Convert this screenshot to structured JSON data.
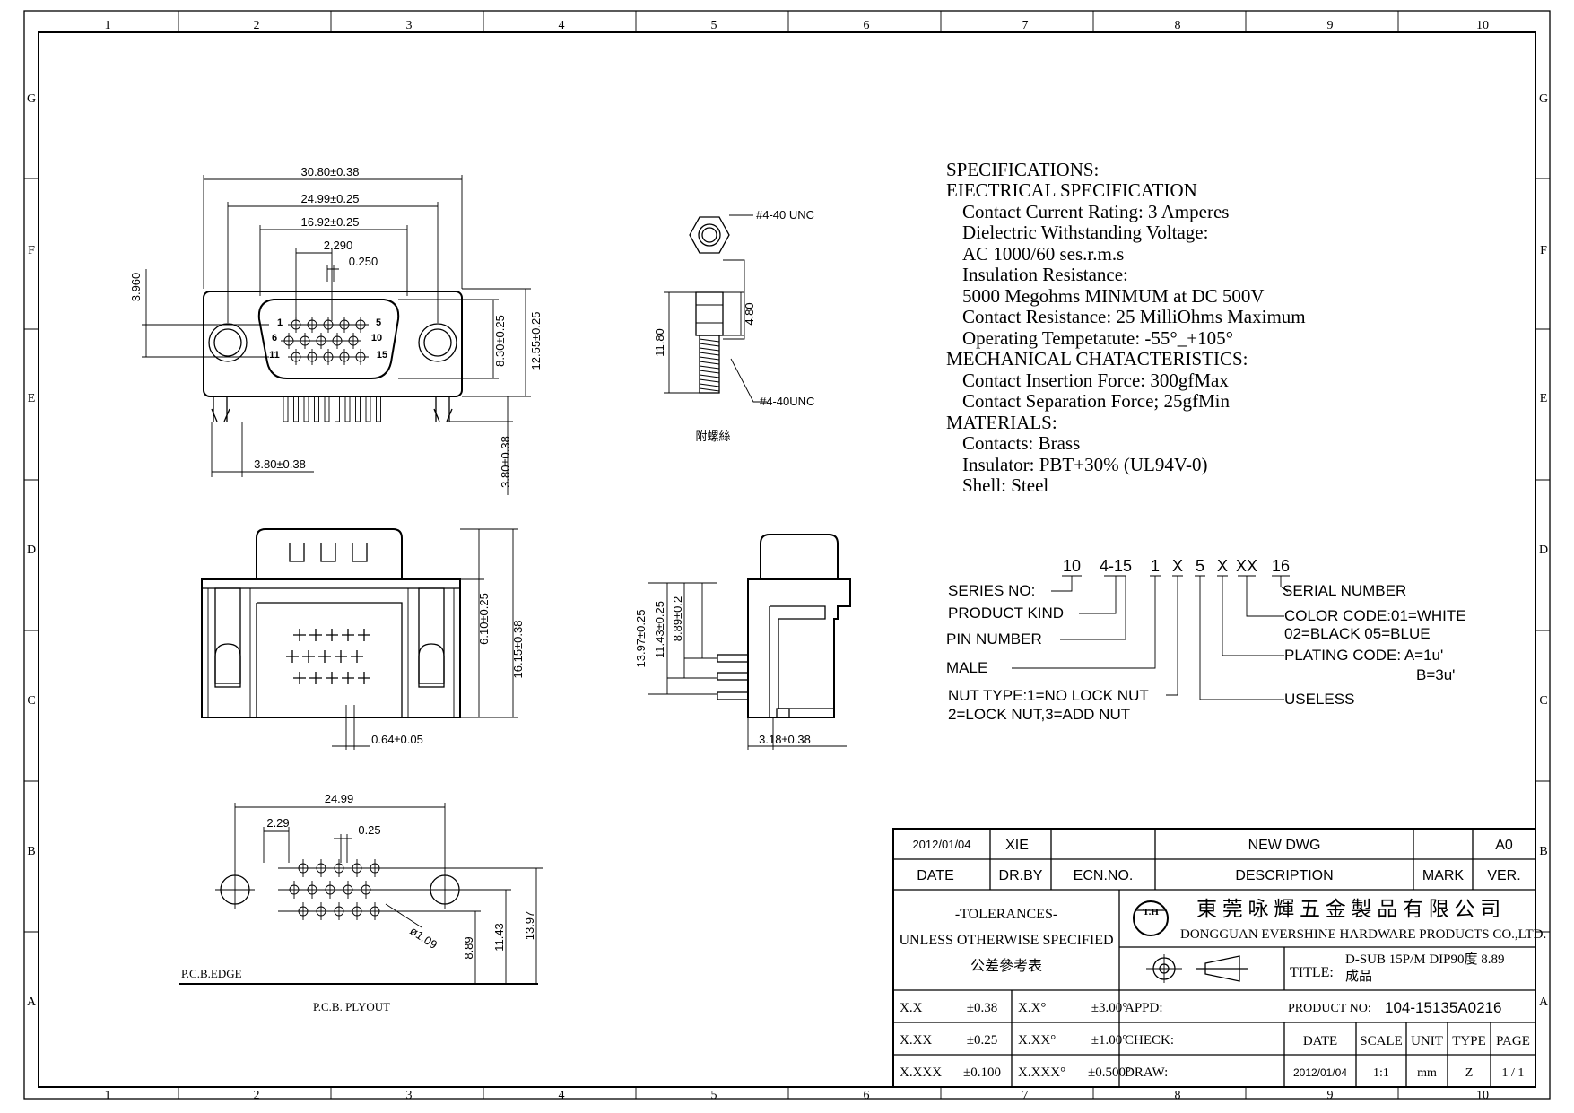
{
  "zones": {
    "columns": [
      "1",
      "2",
      "3",
      "4",
      "5",
      "6",
      "7",
      "8",
      "9",
      "10"
    ],
    "rows": [
      "G",
      "F",
      "E",
      "D",
      "C",
      "B",
      "A"
    ]
  },
  "front_view": {
    "overall_width": "30.80±0.38",
    "mount_hole_spacing": "24.99±0.25",
    "shell_width": "16.92±0.25",
    "pin_pitch": "2.290",
    "row_offset": "0.250",
    "pin_row_height": "3.960",
    "shell_height": "8.30±0.25",
    "overall_height": "12.55±0.25",
    "leg_offset": "3.80±0.38",
    "leg_height": "3.80±0.38",
    "pin_labels": [
      "1",
      "5",
      "6",
      "10",
      "11",
      "15"
    ]
  },
  "screw_view": {
    "thread_top": "#4-40 UNC",
    "thread_bottom": "#4-40UNC",
    "nut_height": "4.80",
    "total_length": "11.80",
    "caption": "附螺絲"
  },
  "specifications": [
    "SPECIFICATIONS:",
    "EIECTRICAL SPECIFICATION",
    "Contact Current Rating: 3 Amperes",
    "Dielectric Withstanding Voltage:",
    "AC 1000/60 ses.r.m.s",
    "Insulation Resistance:",
    "5000 Megohms MINMUM at DC 500V",
    "Contact Resistance: 25 MilliOhms Maximum",
    "Operating Tempetatute: -55°_+105°",
    "MECHANICAL CHATACTERISTICS:",
    "Contact Insertion Force: 300gfMax",
    "Contact Separation Force; 25gfMin",
    "MATERIALS:",
    "Contacts: Brass",
    "Insulator: PBT+30% (UL94V-0)",
    "Shell: Steel"
  ],
  "bottom_view": {
    "board_height": "6.10±0.25",
    "overall_height": "16.15±0.38",
    "pin_width": "0.64±0.05"
  },
  "side_view": {
    "h1": "13.97±0.25",
    "h2": "11.43±0.25",
    "h3": "8.89±0.2",
    "offset": "3.18±0.38"
  },
  "part_code": {
    "code": [
      "10",
      "4-15",
      "1",
      "X",
      "5",
      "X",
      "XX",
      "16"
    ],
    "labels": {
      "series": "SERIES NO:",
      "kind": "PRODUCT KIND",
      "pin": "PIN NUMBER",
      "male": "MALE",
      "nut1": "NUT TYPE:1=NO LOCK NUT",
      "nut2": "2=LOCK NUT,3=ADD NUT",
      "serial": "SERIAL NUMBER",
      "color1": "COLOR CODE:01=WHITE",
      "color2": "02=BLACK 05=BLUE",
      "plating1": "PLATING CODE: A=1u'",
      "plating2": "B=3u'",
      "useless": "USELESS"
    }
  },
  "pcb_layout": {
    "mount_spacing": "24.99",
    "pitch": "2.29",
    "offset": "0.25",
    "hole_dia": "ø1.09",
    "h1": "8.89",
    "h2": "11.43",
    "h3": "13.97",
    "edge_label": "P.C.B.EDGE",
    "caption": "P.C.B. PLYOUT"
  },
  "title_block": {
    "rev_date": "2012/01/04",
    "rev_drby": "XIE",
    "rev_desc": "NEW DWG",
    "rev_ver": "A0",
    "hdr_date": "DATE",
    "hdr_drby": "DR.BY",
    "hdr_ecn": "ECN.NO.",
    "hdr_desc": "DESCRIPTION",
    "hdr_mark": "MARK",
    "hdr_ver": "VER.",
    "tol1": "-TOLERANCES-",
    "tol2": "UNLESS OTHERWISE SPECIFIED",
    "tol3": "公差參考表",
    "logo_text": "T.H",
    "company_cn": "東 莞 咏 輝 五 金 製 品 有 限 公 司",
    "company_en": "DONGGUAN EVERSHINE HARDWARE PRODUCTS CO.,LTD.",
    "title_label": "TITLE:",
    "title_value1": "D-SUB 15P/M DIP90度 8.89",
    "title_value2": "成品",
    "product_no_label": "PRODUCT NO:",
    "product_no": "104-15135A0216",
    "tol_rows": [
      [
        "X.X",
        "±0.38",
        "X.X°",
        "±3.00°",
        "APPD:"
      ],
      [
        "X.XX",
        "±0.25",
        "X.XX°",
        "±1.00°",
        "CHECK:"
      ],
      [
        "X.XXX",
        "±0.100",
        "X.XXX°",
        "±0.500°",
        "DRAW:"
      ]
    ],
    "info_headers": [
      "DATE",
      "SCALE",
      "UNIT",
      "TYPE",
      "PAGE"
    ],
    "info_values": [
      "2012/01/04",
      "1:1",
      "mm",
      "Z",
      "1 / 1"
    ]
  }
}
